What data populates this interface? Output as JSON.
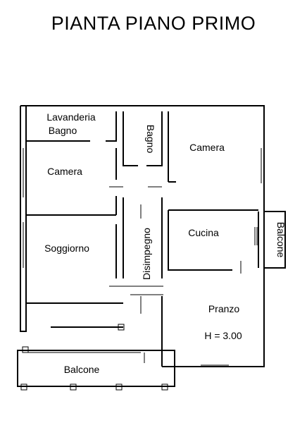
{
  "title": "PIANTA PIANO PRIMO",
  "rooms": {
    "lavanderia_bagno": {
      "line1": "Lavanderia",
      "line2": "Bagno"
    },
    "bagno": "Bagno",
    "camera_left": "Camera",
    "camera_right": "Camera",
    "cucina": "Cucina",
    "soggiorno": "Soggiorno",
    "disimpegno": "Disimpegno",
    "pranzo": "Pranzo",
    "height_note": "H = 3.00",
    "balcone_right": "Balcone",
    "balcone_bottom": "Balcone"
  }
}
